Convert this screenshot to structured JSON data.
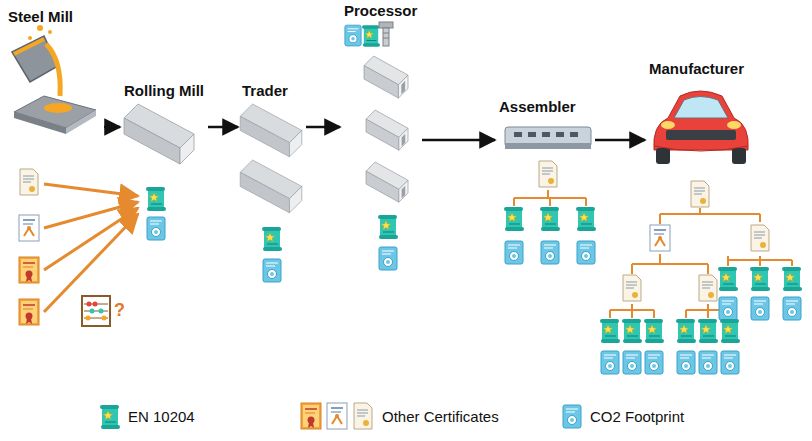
{
  "diagram": {
    "nodes": [
      {
        "text": [
          "Steel Mill"
        ]
      },
      {
        "text": [
          "Rolling Mill"
        ]
      },
      {
        "text": [
          "Trader"
        ]
      },
      {
        "text": [
          "Processor"
        ]
      },
      {
        "text": [
          "Assembler"
        ]
      },
      {
        "text": [
          "Manufacturer"
        ]
      }
    ],
    "edges": [
      {
        "from": 0,
        "to": 1,
        "arrow": "to"
      },
      {
        "from": 1,
        "to": 2,
        "arrow": "to"
      },
      {
        "from": 2,
        "to": 3,
        "arrow": "to"
      },
      {
        "from": 3,
        "to": 4,
        "arrow": "to"
      },
      {
        "from": 4,
        "to": 5,
        "arrow": "to"
      }
    ],
    "labels": [
      "?"
    ],
    "legend": [
      {
        "text": "EN 10204"
      },
      {
        "text": "Other Certificates"
      },
      {
        "text": "CO2 Footprint"
      }
    ]
  }
}
